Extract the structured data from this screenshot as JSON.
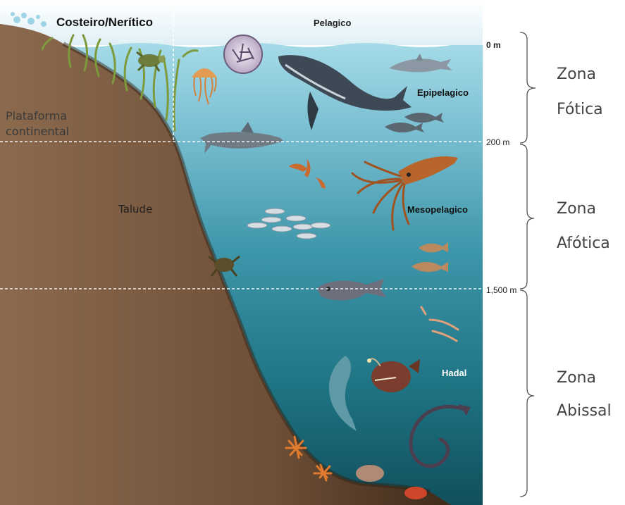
{
  "zones_top": {
    "coastal": "Costeiro/Nerítico",
    "pelagic": "Pelagico"
  },
  "left_labels": {
    "shelf_line1": "Plataforma",
    "shelf_line2": "continental",
    "slope": "Talude"
  },
  "pelagic_layers": {
    "epi": "Epipelagico",
    "meso": "Mesopelagico",
    "hadal": "Hadal"
  },
  "depths": {
    "d0": "0 m",
    "d200": "200 m",
    "d1500": "1,500 m"
  },
  "light_zones": {
    "photic_line1": "Zona",
    "photic_line2": "Fótica",
    "aphotic_line1": "Zona",
    "aphotic_line2": "Afótica",
    "abyssal_line1": "Zona",
    "abyssal_line2": "Abissal"
  },
  "colors": {
    "sky": "#eef7fb",
    "surface_water": "#8fcfe0",
    "mid_water": "#3f97ab",
    "deep_water": "#14606f",
    "seabed": "#7a5a40",
    "seabed_dark": "#3b2819"
  },
  "organisms": [
    "plankton-icon",
    "jellyfish-icon",
    "whale-icon",
    "dolphin-icon",
    "tuna-icon",
    "shark-icon",
    "squid-icon",
    "lanternfish-icon",
    "turtle-icon",
    "crab-icon",
    "anglerfish-icon",
    "eel-icon",
    "starfish-icon"
  ]
}
